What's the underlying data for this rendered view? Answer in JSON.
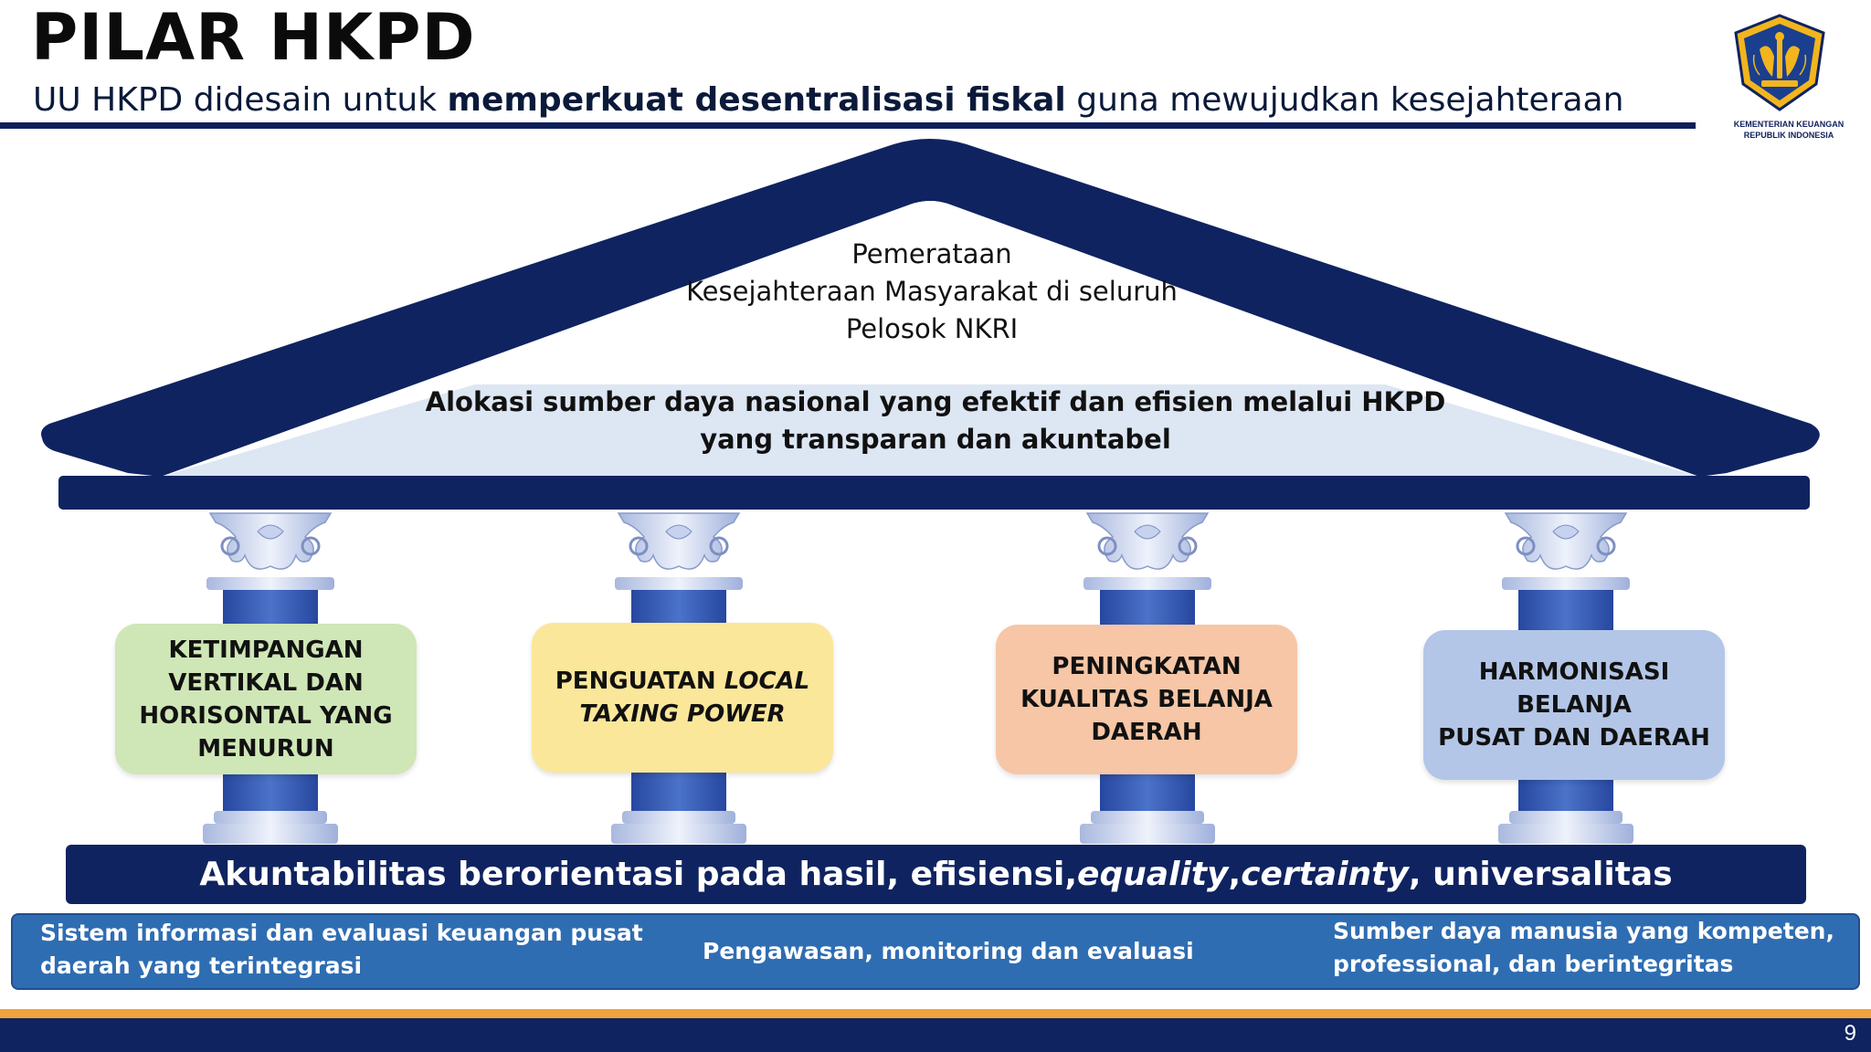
{
  "header": {
    "title": "PILAR HKPD",
    "subtitle_pre": "UU HKPD didesain untuk ",
    "subtitle_bold": "memperkuat desentralisasi fiskal",
    "subtitle_post": " guna mewujudkan kesejahteraan"
  },
  "logo": {
    "icon": "kemenkeu-emblem-icon",
    "line1": "KEMENTERIAN KEUANGAN",
    "line2": "REPUBLIK INDONESIA"
  },
  "roof": {
    "goal_lines": [
      "Pemerataan",
      "Kesejahteraan Masyarakat di seluruh",
      "Pelosok NKRI"
    ],
    "allocation_lines": [
      "Alokasi sumber daya nasional yang efektif dan efisien melalui HKPD",
      "yang transparan dan akuntabel"
    ]
  },
  "pillars": [
    {
      "lines": [
        "KETIMPANGAN",
        "VERTIKAL DAN",
        "HORISONTAL YANG",
        "MENURUN"
      ],
      "color": "#cfe6b6"
    },
    {
      "line1_plain": "PENGUATAN ",
      "line1_italic": "LOCAL",
      "line2_italic": "TAXING POWER",
      "color": "#fbe79a"
    },
    {
      "lines": [
        "PENINGKATAN",
        "KUALITAS BELANJA",
        "DAERAH"
      ],
      "color": "#f6c6a6"
    },
    {
      "lines": [
        "HARMONISASI BELANJA",
        "PUSAT DAN DAERAH"
      ],
      "color": "#b3c6e8"
    }
  ],
  "base": {
    "part1": "Akuntabilitas berorientasi pada hasil, efisiensi, ",
    "italic1": "equality",
    "sep": ", ",
    "italic2": "certainty",
    "part2": ", universalitas"
  },
  "foundation": {
    "left_lines": [
      "Sistem informasi dan evaluasi keuangan pusat",
      "daerah yang terintegrasi"
    ],
    "center": "Pengawasan, monitoring dan evaluasi",
    "right_lines": [
      "Sumber daya manusia yang kompeten,",
      "professional, dan berintegritas"
    ]
  },
  "colors": {
    "navy": "#0f2360",
    "foundation_blue": "#2f6db2",
    "accent_orange": "#f2a23a",
    "roof_inner": "#dde6f3"
  },
  "page_number": "9"
}
